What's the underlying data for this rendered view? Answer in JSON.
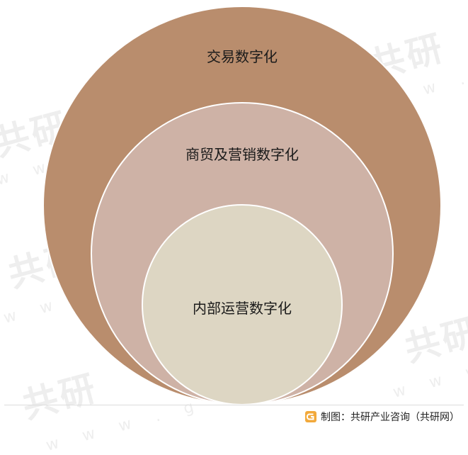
{
  "diagram": {
    "outer_label": "交易数字化",
    "middle_label": "商贸及营销数字化",
    "inner_label": "内部运营数字化",
    "colors": {
      "outer": "#b98d6d",
      "middle": "#ceb2a6",
      "inner": "#ddd6c3",
      "stroke": "#ffffff"
    }
  },
  "watermark": {
    "brand": "共研",
    "url": "w w w . g o n"
  },
  "footer": {
    "source": "制图：共研产业咨询（共研网）"
  }
}
